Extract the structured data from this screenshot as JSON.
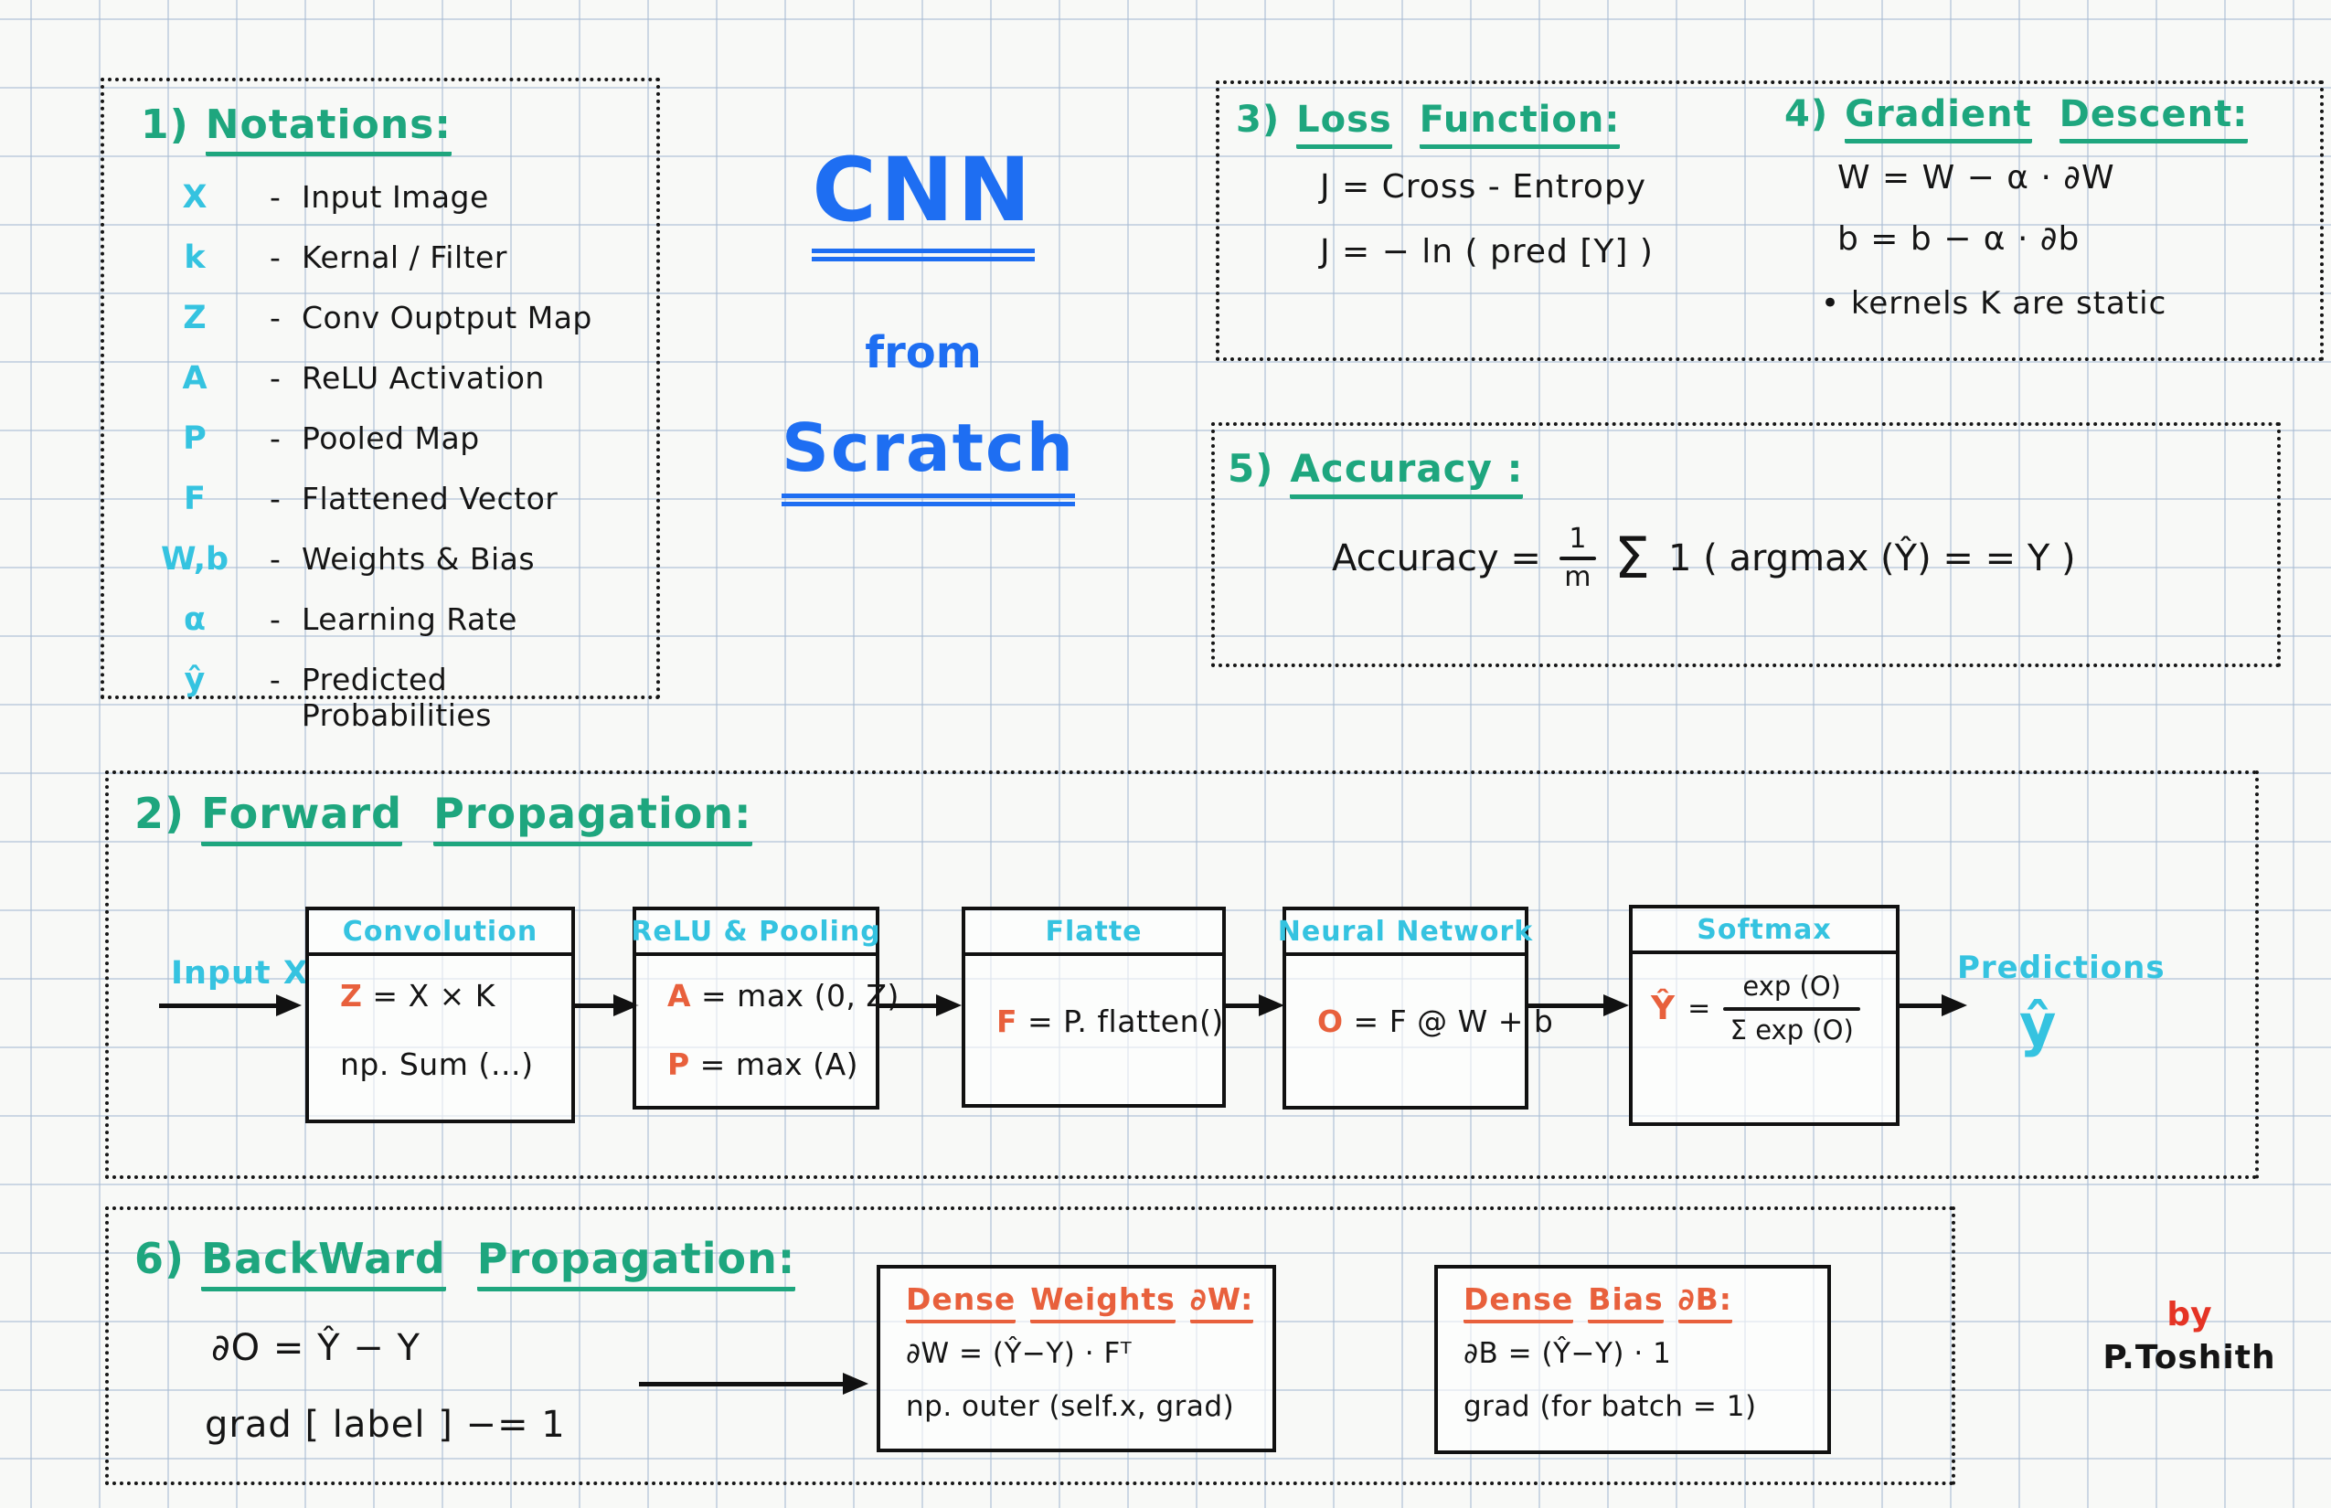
{
  "colors": {
    "green": "#1ea67e",
    "cyan": "#35c3e0",
    "blue": "#1e6ef2",
    "orange": "#e8603c",
    "red": "#e53425",
    "ink": "#151515",
    "grid": "#a8bcd4",
    "paper": "#f8f9f7"
  },
  "notations": {
    "number": "1)",
    "title": "Notations:",
    "items": [
      {
        "sym": "X",
        "dash": "-",
        "desc": "Input Image"
      },
      {
        "sym": "k",
        "dash": "-",
        "desc": "Kernal / Filter"
      },
      {
        "sym": "Z",
        "dash": "-",
        "desc": "Conv Ouptput Map"
      },
      {
        "sym": "A",
        "dash": "-",
        "desc": "ReLU Activation"
      },
      {
        "sym": "P",
        "dash": "-",
        "desc": "Pooled Map"
      },
      {
        "sym": "F",
        "dash": "-",
        "desc": "Flattened Vector"
      },
      {
        "sym": "W,b",
        "dash": "-",
        "desc": "Weights & Bias"
      },
      {
        "sym": "α",
        "dash": "-",
        "desc": "Learning Rate"
      },
      {
        "sym": "ŷ",
        "dash": "-",
        "desc": "Predicted Probabilities"
      }
    ]
  },
  "main_title": {
    "line1": "CNN",
    "line2": "from",
    "line3": "Scratch"
  },
  "loss": {
    "number": "3)",
    "title_words": [
      "Loss",
      "Function:"
    ],
    "line1": "J  =  Cross - Entropy",
    "line2": "J  =  − ln ( pred [Y] )"
  },
  "gradient": {
    "number": "4)",
    "title_words": [
      "Gradient",
      "Descent:"
    ],
    "line1": "W  =  W − α · ∂W",
    "line2": "b  =  b − α · ∂b",
    "line3": "• kernels  K  are static"
  },
  "accuracy": {
    "number": "5)",
    "title": "Accuracy :",
    "lhs": "Accuracy   =",
    "num": "1",
    "den": "m",
    "sigma": "Σ",
    "rhs": "1 ( argmax (Ŷ) = =  Y )"
  },
  "forward": {
    "number": "2)",
    "title_words": [
      "Forward",
      "Propagation:"
    ],
    "input_label": "Input X",
    "conv": {
      "header": "Convolution",
      "f1_lead": "Z",
      "f1_rest": " =  X × K",
      "f2": "np. Sum (…)"
    },
    "relu": {
      "header": "ReLU & Pooling",
      "f1_lead": "A",
      "f1_rest": " =  max (0, Z)",
      "f2_lead": "P",
      "f2_rest": " =  max (A)"
    },
    "flatten": {
      "header": "Flatte",
      "f1_lead": "F",
      "f1_rest": " =  P. flatten()"
    },
    "nn": {
      "header": "Neural Network",
      "f1_lead": "O",
      "f1_rest": " =  F @ W + b"
    },
    "softmax": {
      "header": "Softmax",
      "lead": "Ŷ",
      "eq": "=",
      "num": "exp (O)",
      "den": "Σ exp (O)"
    },
    "pred_label": "Predictions",
    "pred_symbol": "ŷ"
  },
  "backward": {
    "number": "6)",
    "title_words": [
      "BackWard",
      "Propagation:"
    ],
    "line1": "∂O  =  Ŷ − Y",
    "line2": "grad [ label ]  −= 1",
    "weights": {
      "title_words": [
        "Dense",
        "Weights",
        "∂W:"
      ],
      "line1": "∂W = (Ŷ−Y) · Fᵀ",
      "line2": "np. outer (self.x, grad)"
    },
    "bias": {
      "title_words": [
        "Dense",
        "Bias",
        "∂B:"
      ],
      "line1": "∂B = (Ŷ−Y) · 1",
      "line2": "grad (for batch = 1)"
    }
  },
  "signature": {
    "by": "by",
    "name": "P.Toshith"
  }
}
